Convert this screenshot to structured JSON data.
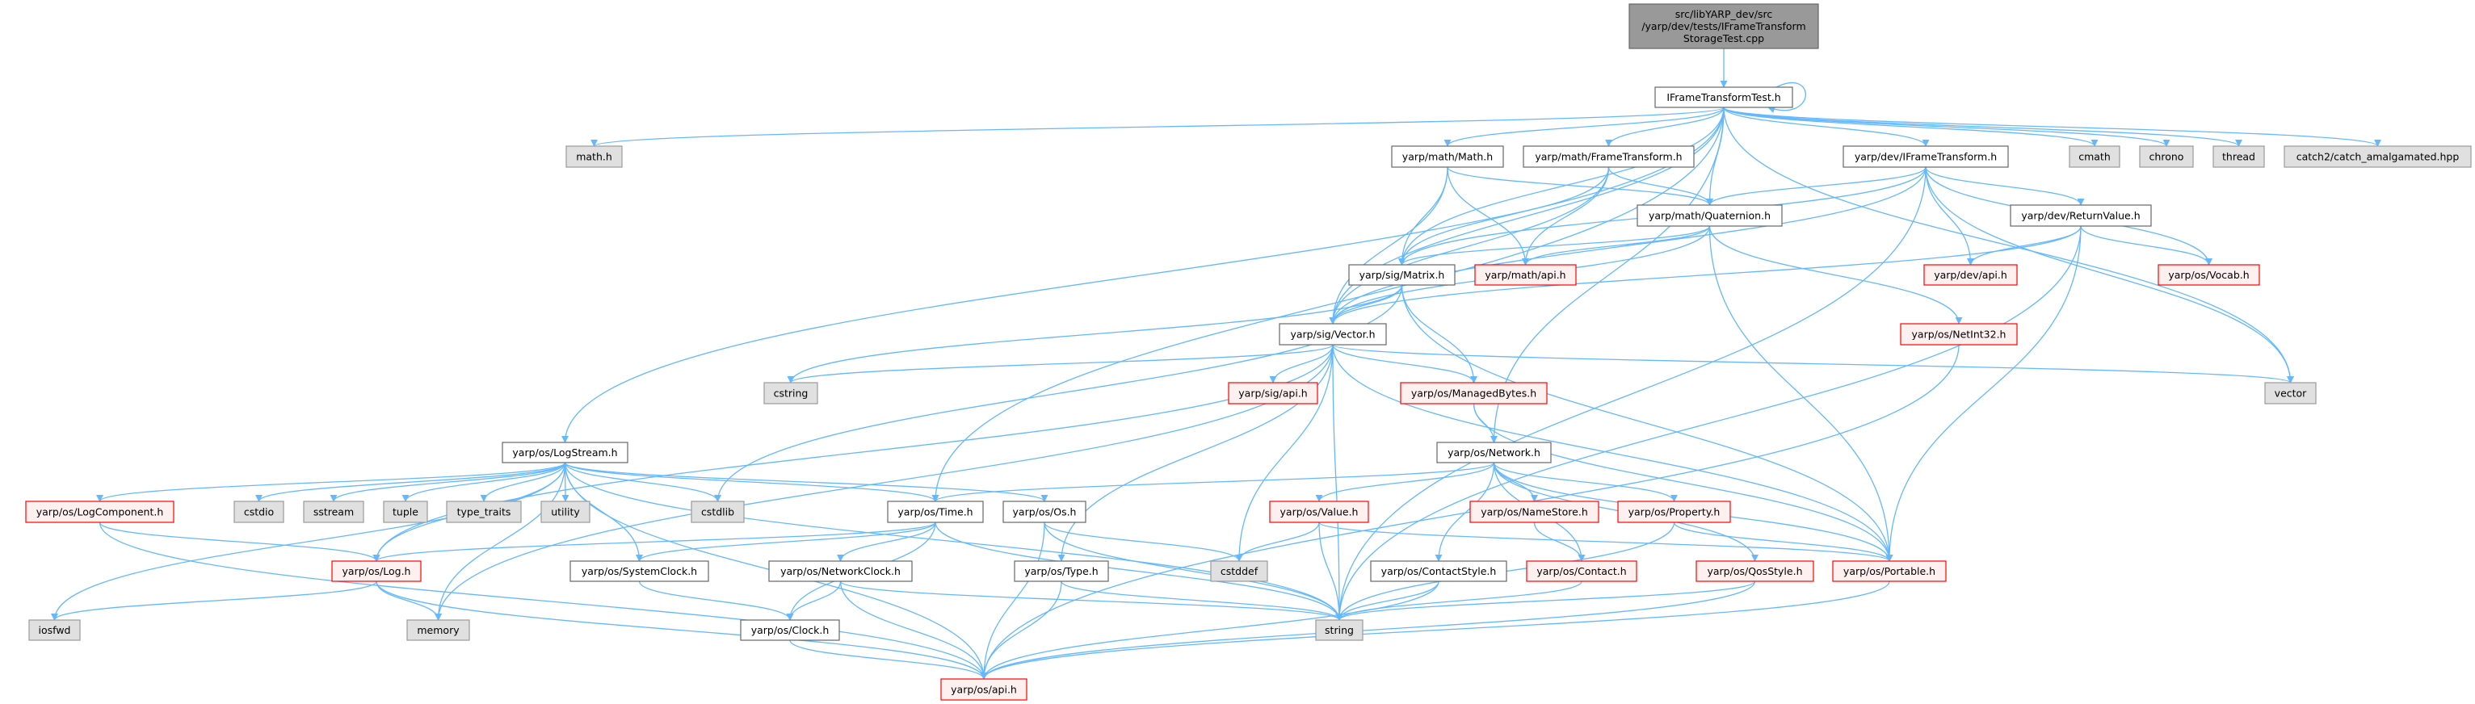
{
  "colors": {
    "edge": "#63b8ff",
    "root_fill": "#999999",
    "root_stroke": "#666666",
    "normal_fill": "#ffffff",
    "normal_stroke": "#666666",
    "red_fill": "#fff0f0",
    "red_stroke": "#ff0000",
    "gray_fill": "#e0e0e0",
    "gray_stroke": "#999999"
  },
  "nodes": {
    "root": {
      "lines": [
        "src/libYARP_dev/src",
        "/yarp/dev/tests/IFrameTransform",
        "StorageTest.cpp"
      ],
      "kind": "root"
    },
    "iftt": {
      "lines": [
        "IFrameTransformTest.h"
      ],
      "kind": "normal"
    },
    "mathh": {
      "lines": [
        "math.h"
      ],
      "kind": "gray"
    },
    "math": {
      "lines": [
        "yarp/math/Math.h"
      ],
      "kind": "normal"
    },
    "ft": {
      "lines": [
        "yarp/math/FrameTransform.h"
      ],
      "kind": "normal"
    },
    "ift": {
      "lines": [
        "yarp/dev/IFrameTransform.h"
      ],
      "kind": "normal"
    },
    "cmath": {
      "lines": [
        "cmath"
      ],
      "kind": "gray"
    },
    "chrono": {
      "lines": [
        "chrono"
      ],
      "kind": "gray"
    },
    "thread": {
      "lines": [
        "thread"
      ],
      "kind": "gray"
    },
    "catch2": {
      "lines": [
        "catch2/catch_amalgamated.hpp"
      ],
      "kind": "gray"
    },
    "quat": {
      "lines": [
        "yarp/math/Quaternion.h"
      ],
      "kind": "normal"
    },
    "retval": {
      "lines": [
        "yarp/dev/ReturnValue.h"
      ],
      "kind": "normal"
    },
    "matrix": {
      "lines": [
        "yarp/sig/Matrix.h"
      ],
      "kind": "normal"
    },
    "mathapi": {
      "lines": [
        "yarp/math/api.h"
      ],
      "kind": "red"
    },
    "devapi": {
      "lines": [
        "yarp/dev/api.h"
      ],
      "kind": "red"
    },
    "vocab": {
      "lines": [
        "yarp/os/Vocab.h"
      ],
      "kind": "red"
    },
    "vector": {
      "lines": [
        "yarp/sig/Vector.h"
      ],
      "kind": "normal"
    },
    "netint": {
      "lines": [
        "yarp/os/NetInt32.h"
      ],
      "kind": "red"
    },
    "cstring": {
      "lines": [
        "cstring"
      ],
      "kind": "gray"
    },
    "sigapi": {
      "lines": [
        "yarp/sig/api.h"
      ],
      "kind": "red"
    },
    "managed": {
      "lines": [
        "yarp/os/ManagedBytes.h"
      ],
      "kind": "red"
    },
    "stdvector": {
      "lines": [
        "vector"
      ],
      "kind": "gray"
    },
    "logstream": {
      "lines": [
        "yarp/os/LogStream.h"
      ],
      "kind": "normal"
    },
    "network": {
      "lines": [
        "yarp/os/Network.h"
      ],
      "kind": "normal"
    },
    "logcomp": {
      "lines": [
        "yarp/os/LogComponent.h"
      ],
      "kind": "red"
    },
    "cstdio": {
      "lines": [
        "cstdio"
      ],
      "kind": "gray"
    },
    "sstream": {
      "lines": [
        "sstream"
      ],
      "kind": "gray"
    },
    "tuple": {
      "lines": [
        "tuple"
      ],
      "kind": "gray"
    },
    "typetraits": {
      "lines": [
        "type_traits"
      ],
      "kind": "gray"
    },
    "utility": {
      "lines": [
        "utility"
      ],
      "kind": "gray"
    },
    "cstdlib": {
      "lines": [
        "cstdlib"
      ],
      "kind": "gray"
    },
    "time": {
      "lines": [
        "yarp/os/Time.h"
      ],
      "kind": "normal"
    },
    "os": {
      "lines": [
        "yarp/os/Os.h"
      ],
      "kind": "normal"
    },
    "value": {
      "lines": [
        "yarp/os/Value.h"
      ],
      "kind": "red"
    },
    "namestore": {
      "lines": [
        "yarp/os/NameStore.h"
      ],
      "kind": "red"
    },
    "property": {
      "lines": [
        "yarp/os/Property.h"
      ],
      "kind": "red"
    },
    "log": {
      "lines": [
        "yarp/os/Log.h"
      ],
      "kind": "red"
    },
    "sysclock": {
      "lines": [
        "yarp/os/SystemClock.h"
      ],
      "kind": "normal"
    },
    "netclock": {
      "lines": [
        "yarp/os/NetworkClock.h"
      ],
      "kind": "normal"
    },
    "type": {
      "lines": [
        "yarp/os/Type.h"
      ],
      "kind": "normal"
    },
    "cstddef": {
      "lines": [
        "cstddef"
      ],
      "kind": "gray"
    },
    "contactstyle": {
      "lines": [
        "yarp/os/ContactStyle.h"
      ],
      "kind": "normal"
    },
    "contact": {
      "lines": [
        "yarp/os/Contact.h"
      ],
      "kind": "red"
    },
    "qos": {
      "lines": [
        "yarp/os/QosStyle.h"
      ],
      "kind": "red"
    },
    "portable": {
      "lines": [
        "yarp/os/Portable.h"
      ],
      "kind": "red"
    },
    "iosfwd": {
      "lines": [
        "iosfwd"
      ],
      "kind": "gray"
    },
    "memory": {
      "lines": [
        "memory"
      ],
      "kind": "gray"
    },
    "clock": {
      "lines": [
        "yarp/os/Clock.h"
      ],
      "kind": "normal"
    },
    "string": {
      "lines": [
        "string"
      ],
      "kind": "gray"
    },
    "osapi": {
      "lines": [
        "yarp/os/api.h"
      ],
      "kind": "red"
    }
  },
  "edges": [
    [
      "root",
      "iftt"
    ],
    [
      "iftt",
      "iftt"
    ],
    [
      "iftt",
      "mathh"
    ],
    [
      "iftt",
      "math"
    ],
    [
      "iftt",
      "ft"
    ],
    [
      "iftt",
      "ift"
    ],
    [
      "iftt",
      "cmath"
    ],
    [
      "iftt",
      "chrono"
    ],
    [
      "iftt",
      "thread"
    ],
    [
      "iftt",
      "catch2"
    ],
    [
      "iftt",
      "quat"
    ],
    [
      "iftt",
      "matrix"
    ],
    [
      "iftt",
      "vector"
    ],
    [
      "iftt",
      "logstream"
    ],
    [
      "iftt",
      "time"
    ],
    [
      "iftt",
      "network"
    ],
    [
      "iftt",
      "stdvector"
    ],
    [
      "math",
      "matrix"
    ],
    [
      "math",
      "vector"
    ],
    [
      "math",
      "mathapi"
    ],
    [
      "math",
      "quat"
    ],
    [
      "ft",
      "matrix"
    ],
    [
      "ft",
      "mathapi"
    ],
    [
      "ft",
      "vector"
    ],
    [
      "ft",
      "quat"
    ],
    [
      "ift",
      "quat"
    ],
    [
      "ift",
      "matrix"
    ],
    [
      "ift",
      "vector"
    ],
    [
      "ift",
      "devapi"
    ],
    [
      "ift",
      "retval"
    ],
    [
      "ift",
      "vocab"
    ],
    [
      "ift",
      "stdvector"
    ],
    [
      "ift",
      "string"
    ],
    [
      "quat",
      "matrix"
    ],
    [
      "quat",
      "mathapi"
    ],
    [
      "quat",
      "vector"
    ],
    [
      "quat",
      "netint"
    ],
    [
      "quat",
      "portable"
    ],
    [
      "retval",
      "devapi"
    ],
    [
      "retval",
      "vocab"
    ],
    [
      "retval",
      "vector"
    ],
    [
      "retval",
      "portable"
    ],
    [
      "retval",
      "string"
    ],
    [
      "matrix",
      "vector"
    ],
    [
      "matrix",
      "cstring"
    ],
    [
      "matrix",
      "cstdlib"
    ],
    [
      "matrix",
      "managed"
    ],
    [
      "matrix",
      "portable"
    ],
    [
      "vector",
      "cstring"
    ],
    [
      "vector",
      "stdvector"
    ],
    [
      "vector",
      "sigapi"
    ],
    [
      "vector",
      "managed"
    ],
    [
      "vector",
      "portable"
    ],
    [
      "vector",
      "string"
    ],
    [
      "vector",
      "cstddef"
    ],
    [
      "vector",
      "type"
    ],
    [
      "vector",
      "log"
    ],
    [
      "vector",
      "memory"
    ],
    [
      "netint",
      "osapi"
    ],
    [
      "managed",
      "network"
    ],
    [
      "managed",
      "portable"
    ],
    [
      "network",
      "time"
    ],
    [
      "network",
      "value"
    ],
    [
      "network",
      "namestore"
    ],
    [
      "network",
      "property"
    ],
    [
      "network",
      "contactstyle"
    ],
    [
      "network",
      "contact"
    ],
    [
      "network",
      "qos"
    ],
    [
      "network",
      "portable"
    ],
    [
      "logstream",
      "logcomp"
    ],
    [
      "logstream",
      "cstdio"
    ],
    [
      "logstream",
      "sstream"
    ],
    [
      "logstream",
      "tuple"
    ],
    [
      "logstream",
      "typetraits"
    ],
    [
      "logstream",
      "utility"
    ],
    [
      "logstream",
      "cstdlib"
    ],
    [
      "logstream",
      "log"
    ],
    [
      "logstream",
      "memory"
    ],
    [
      "logstream",
      "sysclock"
    ],
    [
      "logstream",
      "time"
    ],
    [
      "logstream",
      "os"
    ],
    [
      "logstream",
      "iosfwd"
    ],
    [
      "logstream",
      "string"
    ],
    [
      "logstream",
      "osapi"
    ],
    [
      "logcomp",
      "log"
    ],
    [
      "logcomp",
      "osapi"
    ],
    [
      "log",
      "iosfwd"
    ],
    [
      "log",
      "memory"
    ],
    [
      "log",
      "osapi"
    ],
    [
      "time",
      "sysclock"
    ],
    [
      "time",
      "netclock"
    ],
    [
      "time",
      "clock"
    ],
    [
      "time",
      "string"
    ],
    [
      "time",
      "log"
    ],
    [
      "os",
      "cstddef"
    ],
    [
      "os",
      "string"
    ],
    [
      "os",
      "osapi"
    ],
    [
      "sysclock",
      "clock"
    ],
    [
      "netclock",
      "clock"
    ],
    [
      "netclock",
      "string"
    ],
    [
      "netclock",
      "osapi"
    ],
    [
      "clock",
      "osapi"
    ],
    [
      "type",
      "string"
    ],
    [
      "type",
      "osapi"
    ],
    [
      "value",
      "cstddef"
    ],
    [
      "value",
      "string"
    ],
    [
      "value",
      "portable"
    ],
    [
      "namestore",
      "contact"
    ],
    [
      "property",
      "portable"
    ],
    [
      "property",
      "string"
    ],
    [
      "contactstyle",
      "string"
    ],
    [
      "contactstyle",
      "osapi"
    ],
    [
      "contact",
      "string"
    ],
    [
      "qos",
      "string"
    ],
    [
      "qos",
      "osapi"
    ],
    [
      "portable",
      "osapi"
    ]
  ]
}
